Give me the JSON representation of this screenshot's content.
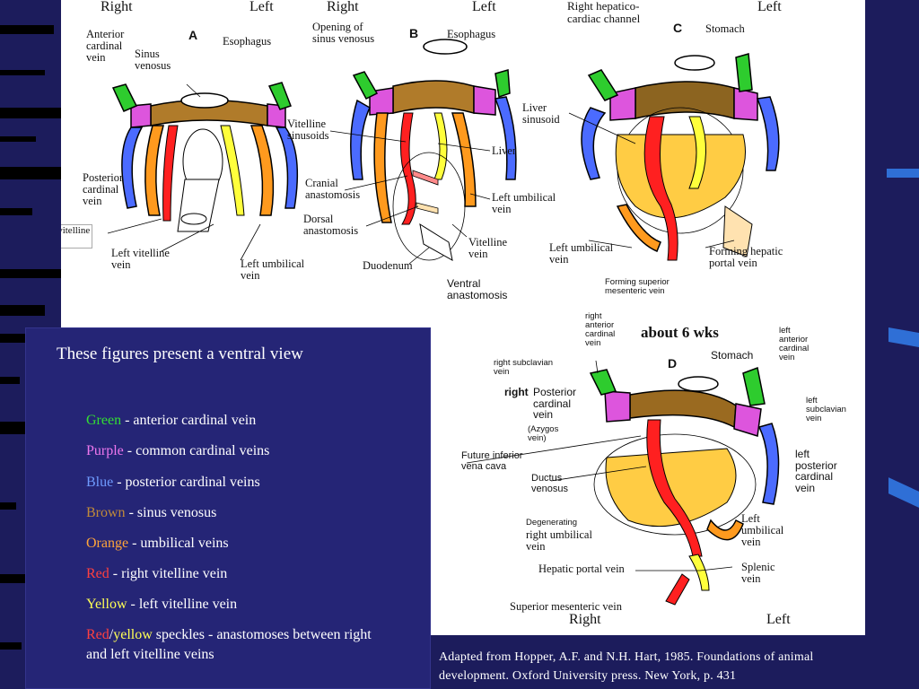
{
  "colors": {
    "green": "#2ecc2e",
    "purple": "#dd55dd",
    "blue": "#5c7cff",
    "brown": "#b07b2a",
    "orange": "#ff9a1e",
    "red": "#ff2020",
    "yellow": "#ffff3c"
  },
  "figure_top": {
    "labels": {
      "right_a": "Right",
      "left_a": "Left",
      "right_b": "Right",
      "left_b": "Left",
      "right_c": "Right hepatico-\ncardiac channel",
      "left_c": "Left",
      "letter_a": "A",
      "letter_b": "B",
      "letter_c": "C",
      "anterior_cardinal": "Anterior\ncardinal\nvein",
      "sinus_venosus": "Sinus\nvenosus",
      "esophagus_a": "Esophagus",
      "posterior_cardinal": "Posterior\ncardinal\nvein",
      "right_vitelline": "Right vitelline\nvein",
      "left_vitelline_a": "Left vitelline\nvein",
      "left_umbilical_a": "Left umbilical\nvein",
      "opening_sinus": "Opening of\nsinus venosus",
      "esophagus_b": "Esophagus",
      "vitelline_sinusoids": "Vitelline\nsinusoids",
      "cranial_anastomosis": "Cranial\nanastomosis",
      "dorsal_anastomosis": "Dorsal\nanastomosis",
      "duodenum": "Duodenum",
      "ventral_anastomosis": "Ventral\nanastomosis",
      "liver_b": "Liver",
      "left_umbilical_b": "Left umbilical\nvein",
      "vitelline_vein_b": "Vitelline\nvein",
      "liver_sinusoid": "Liver\nsinusoid",
      "stomach_c": "Stomach",
      "left_umbilical_c": "Left umbilical\nvein",
      "forming_hepatic_portal": "Forming hepatic\nportal vein",
      "forming_superior_mesenteric": "Forming superior\nmesenteric vein"
    }
  },
  "figure_d": {
    "labels": {
      "right_anterior_cardinal": "right\nanterior\ncardinal\nvein",
      "about_6_wks": "about 6 wks",
      "left_anterior_cardinal": "left\nanterior\ncardinal\nvein",
      "right_subclavian": "right subclavian\nvein",
      "letter_d": "D",
      "stomach_d": "Stomach",
      "right_posterior_cardinal_prefix": "right",
      "posterior_cardinal_d": "Posterior\ncardinal\nvein",
      "azygos": "(Azygos\nvein)",
      "left_subclavian": "left\nsubclavian\nvein",
      "future_ivc": "Future inferior\nvena cava",
      "ductus_venosus": "Ductus\nvenosus",
      "left_posterior_cardinal": "left\nposterior\ncardinal\nvein",
      "degenerating": "Degenerating",
      "right_umbilical": "right umbilical\nvein",
      "left_umbilical_d": "Left\numbilical\nvein",
      "hepatic_portal": "Hepatic portal vein",
      "splenic": "Splenic\nvein",
      "superior_mesenteric": "Superior mesenteric vein",
      "right_d": "Right",
      "left_d": "Left"
    }
  },
  "legend": {
    "title": "These figures present a ventral view",
    "rows": [
      {
        "color_word": "Green",
        "rest": " - anterior cardinal vein",
        "color": "#33dd33"
      },
      {
        "color_word": "Purple",
        "rest": " - common cardinal veins",
        "color": "#ee77ee"
      },
      {
        "color_word": "Blue",
        "rest": " - posterior cardinal veins",
        "color": "#6f9bff"
      },
      {
        "color_word": "Brown",
        "rest": " - sinus venosus",
        "color": "#c08a3a"
      },
      {
        "color_word": "Orange",
        "rest": " - umbilical veins",
        "color": "#ffa53a"
      },
      {
        "color_word": "Red",
        "rest": " - right vitelline vein",
        "color": "#ff4040"
      },
      {
        "color_word": "Yellow",
        "rest": " - left vitelline vein",
        "color": "#ffff55"
      }
    ],
    "last_row": {
      "red_word": "Red",
      "slash": "/",
      "yellow_word": "yellow",
      "rest": " speckles - anastomoses between right and left vitelline veins"
    }
  },
  "citation": "Adapted from Hopper, A.F. and N.H. Hart, 1985. Foundations of animal development. Oxford University press. New York, p. 431"
}
